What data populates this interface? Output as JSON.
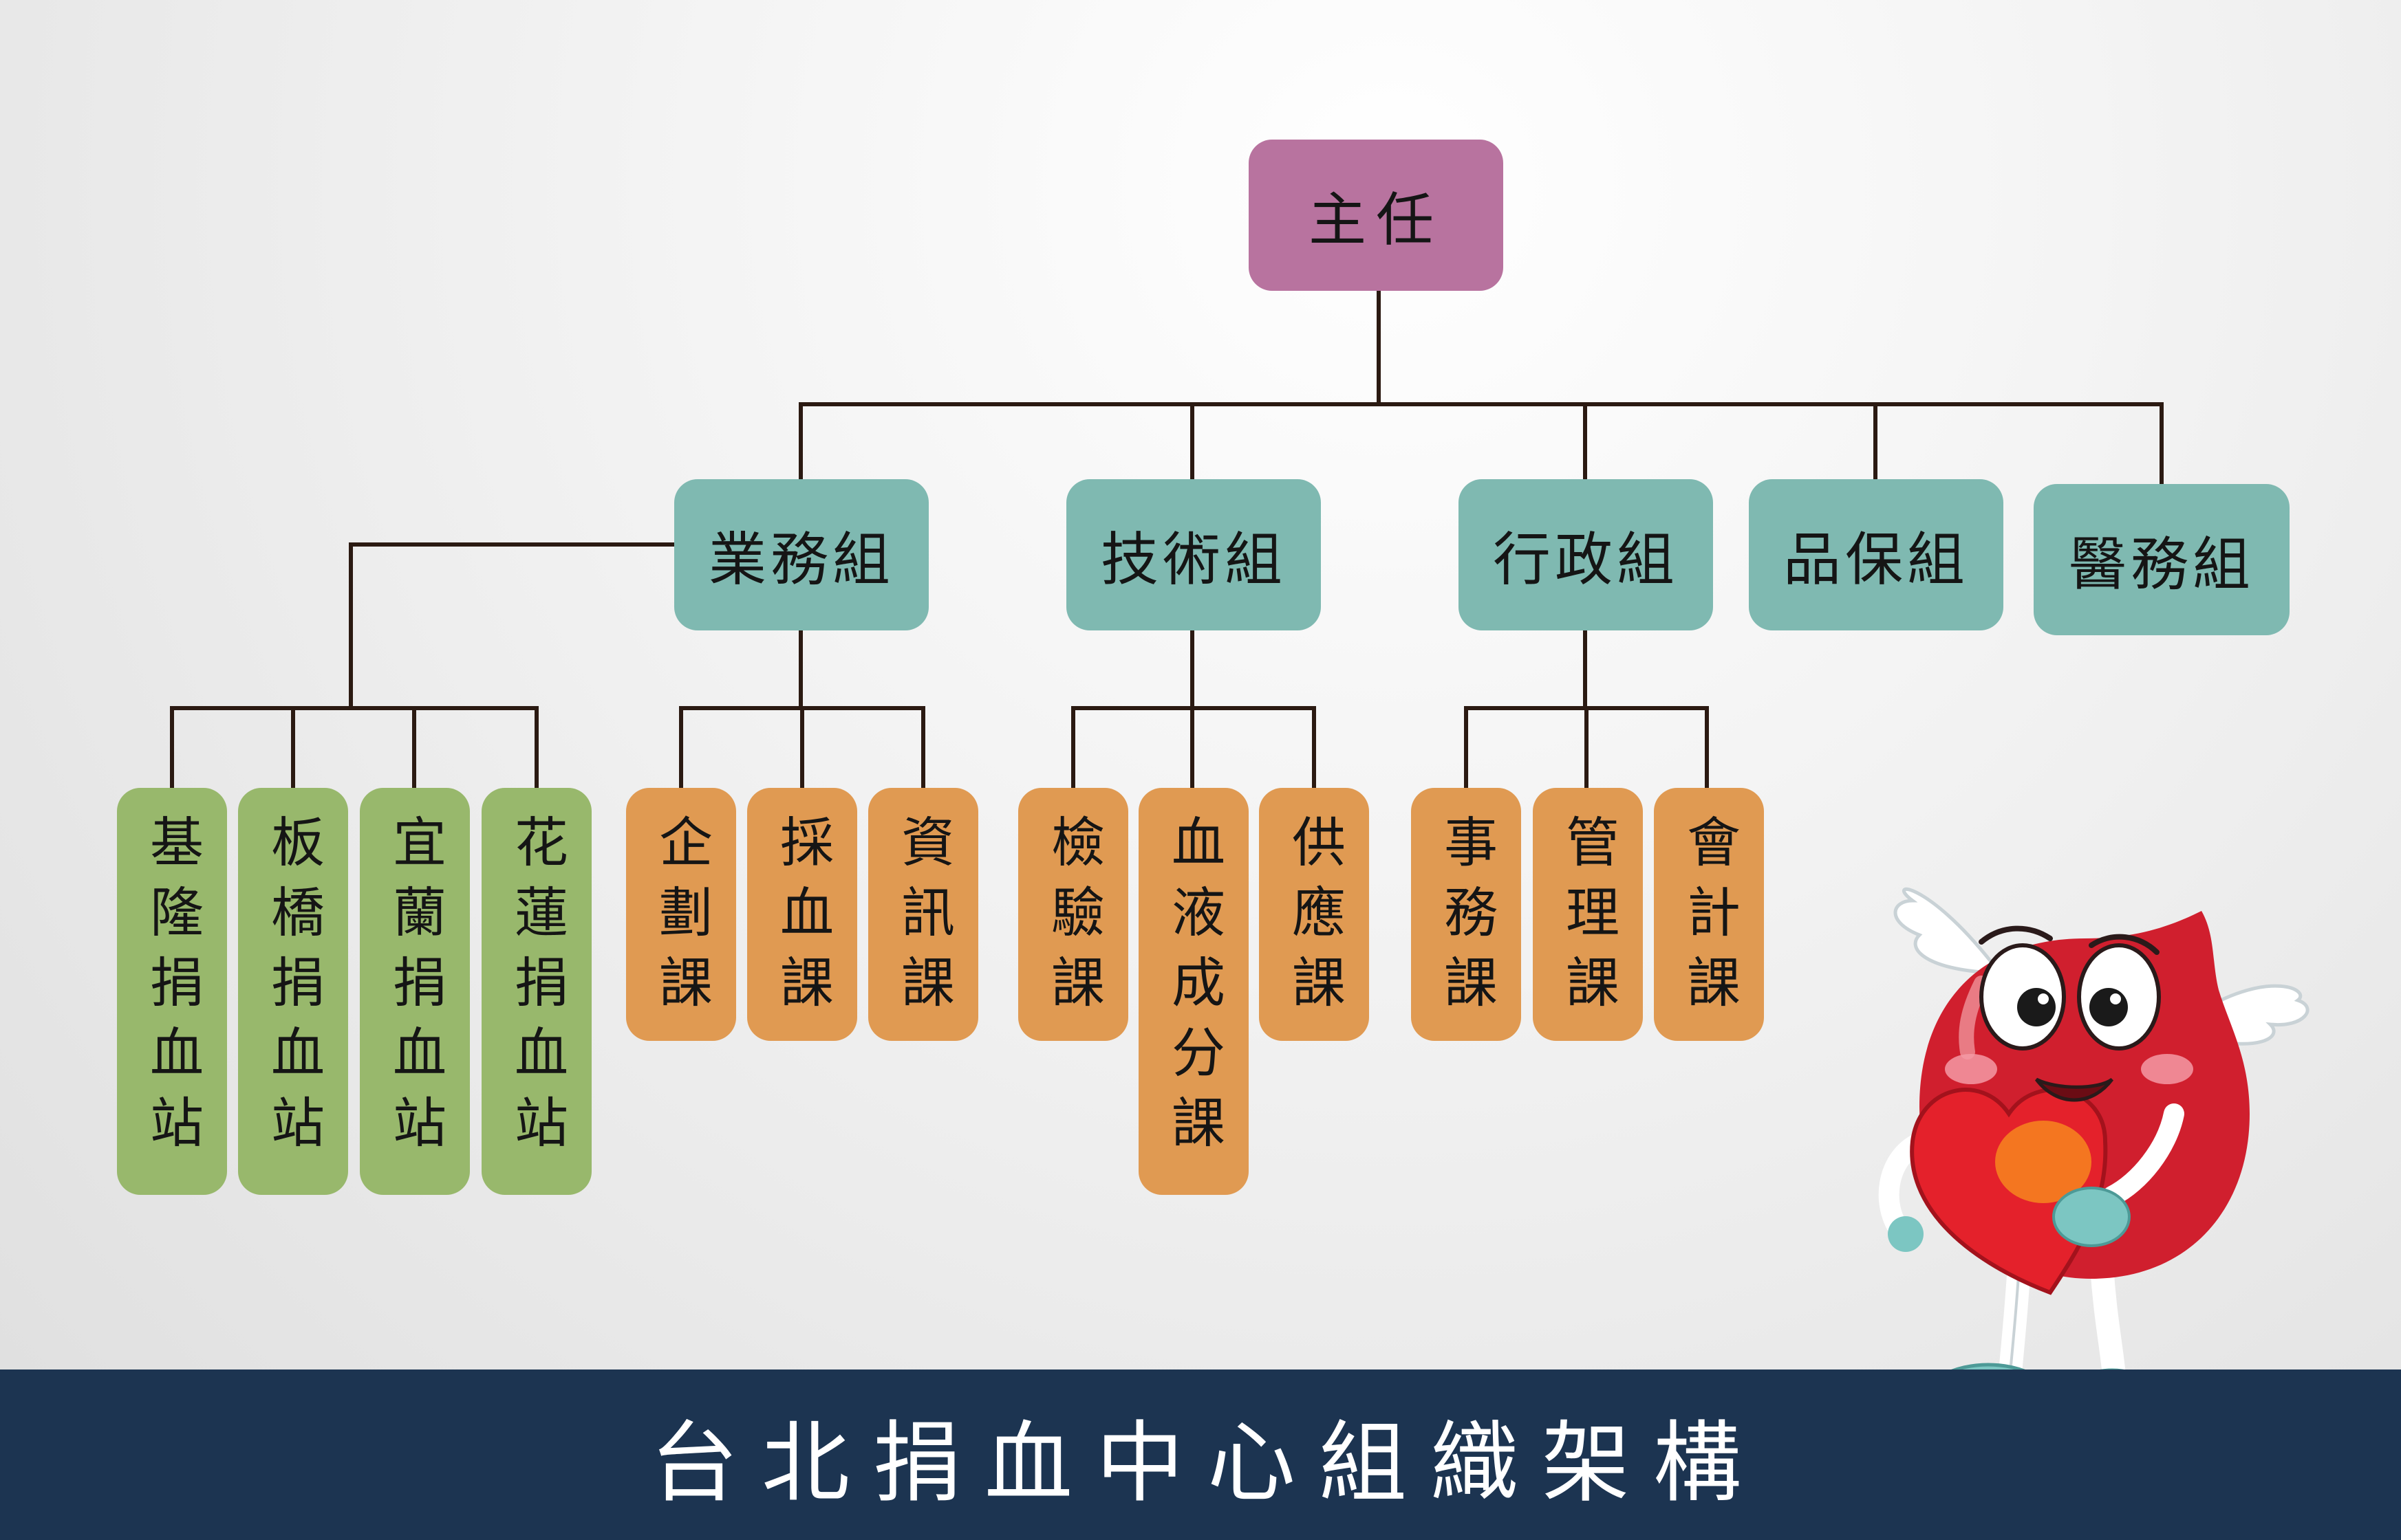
{
  "director": {
    "label": "主任"
  },
  "groups": [
    {
      "label": "業務組"
    },
    {
      "label": "技術組"
    },
    {
      "label": "行政組"
    },
    {
      "label": "品保組"
    },
    {
      "label": "醫務組"
    }
  ],
  "stations": [
    {
      "label": "基隆捐血站"
    },
    {
      "label": "板橋捐血站"
    },
    {
      "label": "宜蘭捐血站"
    },
    {
      "label": "花蓮捐血站"
    }
  ],
  "business_sections": [
    {
      "label": "企劃課"
    },
    {
      "label": "採血課"
    },
    {
      "label": "資訊課"
    }
  ],
  "technical_sections": [
    {
      "label": "檢驗課"
    },
    {
      "label": "血液成分課"
    },
    {
      "label": "供應課"
    }
  ],
  "admin_sections": [
    {
      "label": "事務課"
    },
    {
      "label": "管理課"
    },
    {
      "label": "會計課"
    }
  ],
  "footer": {
    "title": "台北捐血中心組織架構"
  },
  "colors": {
    "director": "#b8739f",
    "group": "#7fb9b1",
    "station": "#98b86c",
    "section": "#e09a52",
    "footer": "#1c3451",
    "connector": "#2b1a12",
    "mascot": "#d01f2e"
  },
  "mascot": {
    "icon": "blood-drop-mascot-icon"
  }
}
